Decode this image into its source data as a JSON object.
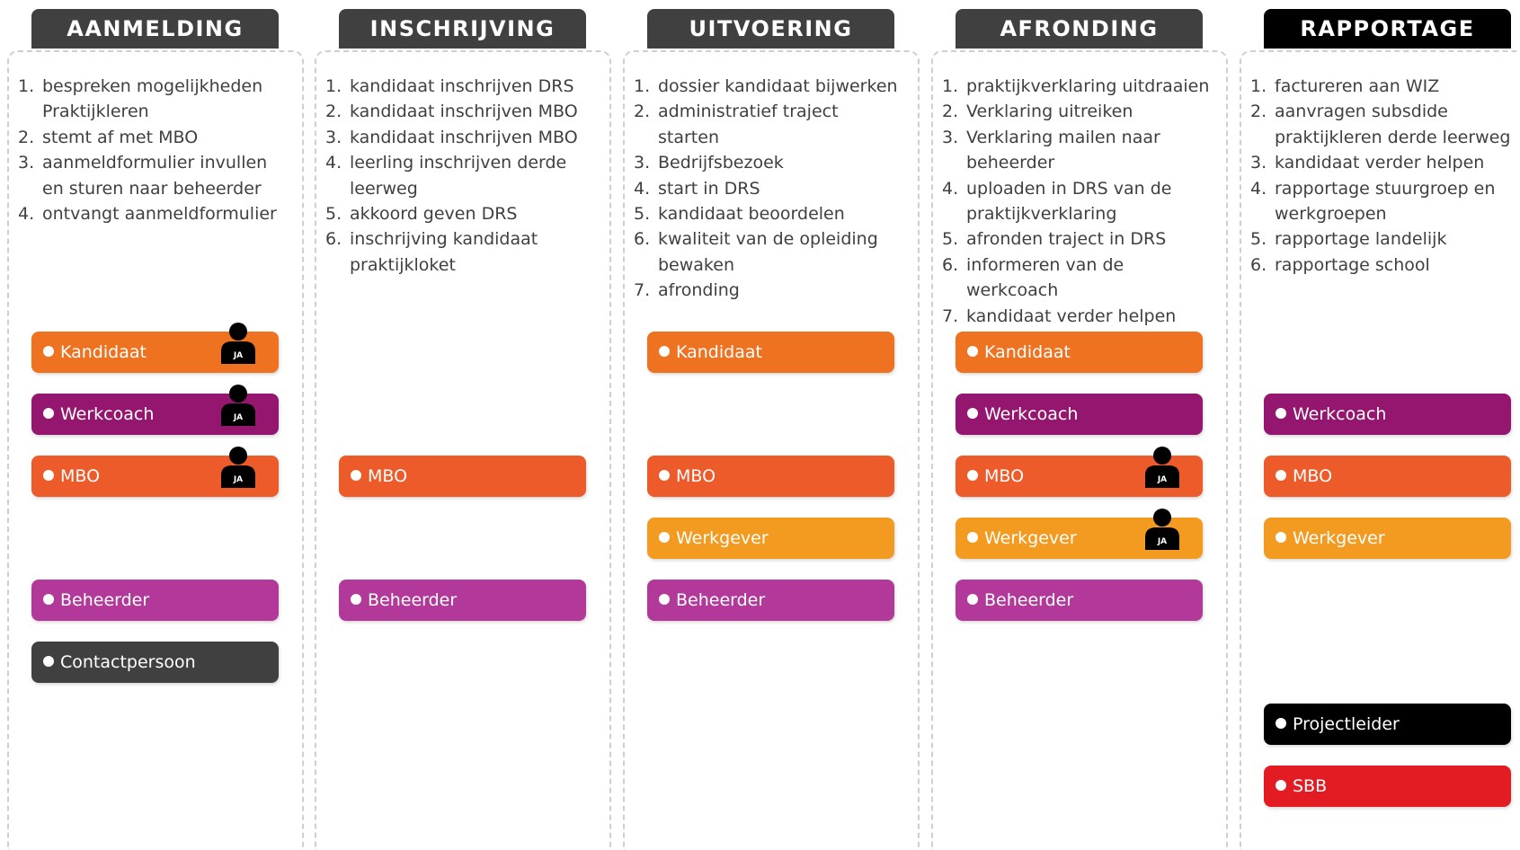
{
  "colors": {
    "header_dark": "#404040",
    "header_black": "#000000",
    "orange": "#ef7221",
    "orange_red": "#ec5b29",
    "amber": "#f39b21",
    "purple_dark": "#95166f",
    "magenta": "#b2399a",
    "charcoal": "#404040",
    "black": "#000000",
    "red": "#e31b23"
  },
  "phases": [
    {
      "title": "AANMELDING",
      "header_color": "#404040",
      "steps": [
        [
          "1.",
          "bespreken mogelijkheden",
          "Praktijkleren"
        ],
        [
          "2.",
          "stemt af met MBO"
        ],
        [
          "3.",
          "aanmeldformulier invullen",
          "en sturen naar beheerder"
        ],
        [
          "4.",
          "ontvangt aanmeldformulier"
        ]
      ],
      "roles": [
        {
          "label": "Kandidaat",
          "color": "#ef7221",
          "row": 0,
          "ja": true
        },
        {
          "label": "Werkcoach",
          "color": "#95166f",
          "row": 1,
          "ja": true
        },
        {
          "label": "MBO",
          "color": "#ec5b29",
          "row": 2,
          "ja": true
        },
        {
          "label": "Beheerder",
          "color": "#b2399a",
          "row": 4,
          "ja": false
        },
        {
          "label": "Contactpersoon",
          "color": "#404040",
          "row": 5,
          "ja": false
        }
      ]
    },
    {
      "title": "INSCHRIJVING",
      "header_color": "#404040",
      "steps": [
        [
          "1.",
          "kandidaat inschrijven DRS"
        ],
        [
          "2.",
          "kandidaat inschrijven MBO"
        ],
        [
          "3.",
          "kandidaat inschrijven MBO"
        ],
        [
          "4.",
          "leerling inschrijven derde",
          "leerweg"
        ],
        [
          "5.",
          "akkoord geven DRS"
        ],
        [
          "6.",
          "inschrijving kandidaat",
          "praktijkloket"
        ]
      ],
      "roles": [
        {
          "label": "MBO",
          "color": "#ec5b29",
          "row": 2,
          "ja": false
        },
        {
          "label": "Beheerder",
          "color": "#b2399a",
          "row": 4,
          "ja": false
        }
      ]
    },
    {
      "title": "UITVOERING",
      "header_color": "#404040",
      "steps": [
        [
          "1.",
          "dossier kandidaat bijwerken"
        ],
        [
          "2.",
          "administratief traject",
          "starten"
        ],
        [
          "3.",
          "Bedrijfsbezoek"
        ],
        [
          "4.",
          "start in DRS"
        ],
        [
          "5.",
          "kandidaat beoordelen"
        ],
        [
          "6.",
          "kwaliteit van de opleiding",
          "bewaken"
        ],
        [
          "7.",
          "afronding"
        ]
      ],
      "roles": [
        {
          "label": "Kandidaat",
          "color": "#ef7221",
          "row": 0,
          "ja": false
        },
        {
          "label": "MBO",
          "color": "#ec5b29",
          "row": 2,
          "ja": false
        },
        {
          "label": "Werkgever",
          "color": "#f39b21",
          "row": 3,
          "ja": false
        },
        {
          "label": "Beheerder",
          "color": "#b2399a",
          "row": 4,
          "ja": false
        }
      ]
    },
    {
      "title": "AFRONDING",
      "header_color": "#404040",
      "steps": [
        [
          "1.",
          "praktijkverklaring uitdraaien"
        ],
        [
          "2.",
          "Verklaring uitreiken"
        ],
        [
          "3.",
          "Verklaring mailen naar",
          "beheerder"
        ],
        [
          "4.",
          "uploaden in DRS van de",
          "praktijkverklaring"
        ],
        [
          "5.",
          "afronden traject in DRS"
        ],
        [
          "6.",
          "informeren van de",
          "werkcoach"
        ],
        [
          "7.",
          "kandidaat verder helpen"
        ]
      ],
      "roles": [
        {
          "label": "Kandidaat",
          "color": "#ef7221",
          "row": 0,
          "ja": false
        },
        {
          "label": "Werkcoach",
          "color": "#95166f",
          "row": 1,
          "ja": false
        },
        {
          "label": "MBO",
          "color": "#ec5b29",
          "row": 2,
          "ja": true
        },
        {
          "label": "Werkgever",
          "color": "#f39b21",
          "row": 3,
          "ja": true
        },
        {
          "label": "Beheerder",
          "color": "#b2399a",
          "row": 4,
          "ja": false
        }
      ]
    },
    {
      "title": "RAPPORTAGE",
      "header_color": "#000000",
      "steps": [
        [
          "1.",
          "factureren aan WIZ"
        ],
        [
          "2.",
          "aanvragen subsdide",
          "praktijkleren derde leerweg"
        ],
        [
          "3.",
          "kandidaat verder helpen"
        ],
        [
          "4.",
          "rapportage stuurgroep en",
          "werkgroepen"
        ],
        [
          "5.",
          "rapportage landelijk"
        ],
        [
          "6.",
          "rapportage school"
        ]
      ],
      "roles": [
        {
          "label": "Werkcoach",
          "color": "#95166f",
          "row": 1,
          "ja": false
        },
        {
          "label": "MBO",
          "color": "#ec5b29",
          "row": 2,
          "ja": false
        },
        {
          "label": "Werkgever",
          "color": "#f39b21",
          "row": 3,
          "ja": false
        },
        {
          "label": "Projectleider",
          "color": "#000000",
          "row": 6,
          "ja": false
        },
        {
          "label": "SBB",
          "color": "#e31b23",
          "row": 7,
          "ja": false
        }
      ]
    }
  ],
  "ja_badge_text": "JA"
}
